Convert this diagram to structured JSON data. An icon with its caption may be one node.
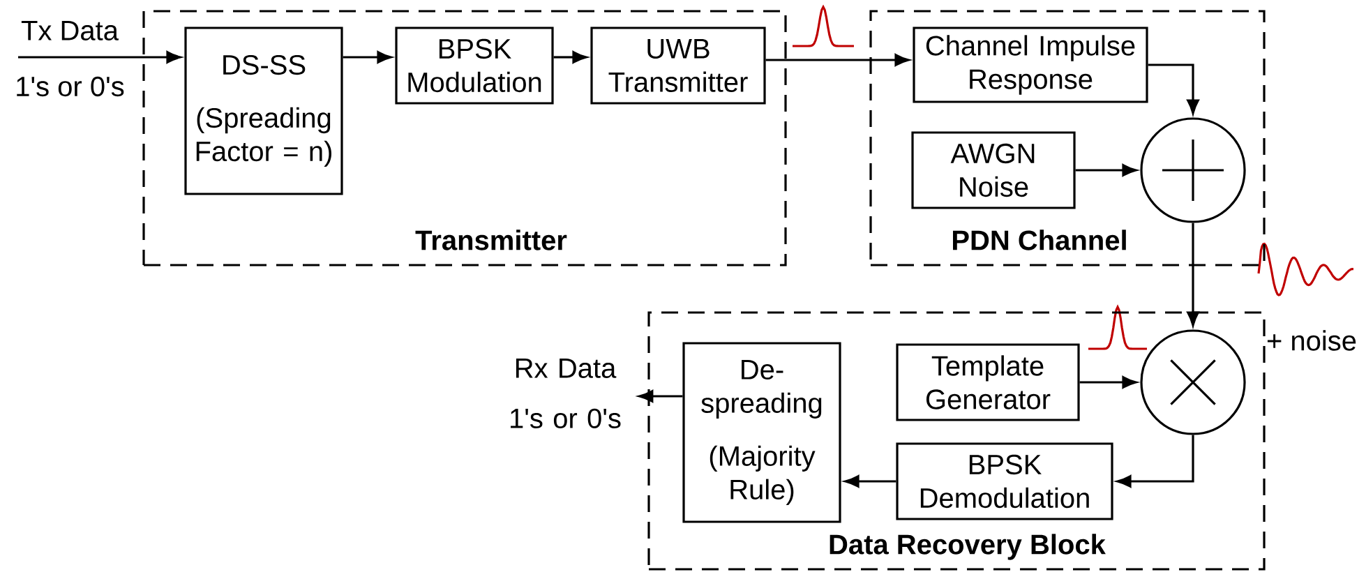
{
  "diagram": {
    "nodes": [
      {
        "text": [
          "Transmitter"
        ]
      },
      {
        "text": [
          "DS-SS",
          "(Spreading Factor = n)"
        ],
        "in": 0
      },
      {
        "text": [
          "BPSK Modulation"
        ],
        "in": 0
      },
      {
        "text": [
          "UWB Transmitter"
        ],
        "in": 0
      },
      {
        "text": [
          "PDN Channel"
        ]
      },
      {
        "text": [
          "Channel Impulse Response"
        ],
        "in": 4
      },
      {
        "text": [
          "AWGN Noise"
        ],
        "in": 4
      },
      {
        "text": [],
        "shape": "circle",
        "in": 4
      },
      {
        "text": [
          "Data Recovery Block"
        ]
      },
      {
        "text": [
          "De- spreading",
          "(Majority Rule)"
        ],
        "in": 8
      },
      {
        "text": [
          "Template Generator"
        ],
        "in": 8
      },
      {
        "text": [],
        "shape": "circle",
        "in": 8
      },
      {
        "text": [
          "BPSK Demodulation"
        ],
        "in": 8
      },
      {
        "text": [
          "Rx Data",
          "1's or 0's"
        ]
      }
    ],
    "edges": [
      {
        "from": null,
        "to": 1,
        "arrow": "to"
      },
      {
        "from": 1,
        "to": 2,
        "arrow": "to"
      },
      {
        "from": 2,
        "to": 3,
        "arrow": "to"
      },
      {
        "from": 3,
        "to": 5,
        "arrow": "to"
      },
      {
        "from": 5,
        "to": 7,
        "arrow": "to"
      },
      {
        "from": 6,
        "to": 7,
        "arrow": "to"
      },
      {
        "from": 7,
        "to": 11,
        "arrow": "to"
      },
      {
        "from": 10,
        "to": 11,
        "arrow": "to"
      },
      {
        "from": 11,
        "to": 12,
        "arrow": "to"
      },
      {
        "from": 12,
        "to": 9,
        "arrow": "to"
      },
      {
        "from": 9,
        "to": 13,
        "arrow": "to"
      }
    ],
    "labels": [
      "Tx Data",
      "1's or 0's",
      "+ noise"
    ]
  }
}
